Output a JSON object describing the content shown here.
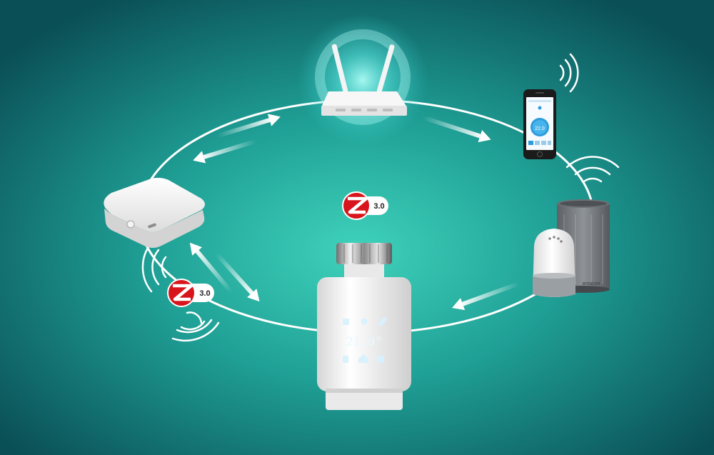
{
  "diagram": {
    "title": "",
    "colors": {
      "background_center": "#2fc3ad",
      "background_edge": "#0c5a5e",
      "ring": "#ffffff",
      "zigbee_red": "#d8151c",
      "router_glow": "#7ff3f0",
      "phone_accent": "#2d9cdb"
    },
    "badges": [
      {
        "id": "zigbee-center",
        "logo": "zigbee-icon",
        "label": "3.0"
      },
      {
        "id": "zigbee-left",
        "logo": "zigbee-icon",
        "label": "3.0"
      }
    ],
    "devices": [
      {
        "id": "wifi-router",
        "icon": "wifi-router-icon"
      },
      {
        "id": "smartphone",
        "icon": "smartphone-icon",
        "screen_text": "22.0"
      },
      {
        "id": "smart-speaker-amazon",
        "icon": "amazon-echo-icon",
        "brand": "amazon"
      },
      {
        "id": "smart-speaker-google",
        "icon": "google-home-icon"
      },
      {
        "id": "zigbee-gateway",
        "icon": "gateway-hub-icon"
      },
      {
        "id": "thermostat-valve",
        "icon": "radiator-valve-icon",
        "display": "21.0°"
      }
    ],
    "connections": [
      {
        "from": "zigbee-gateway",
        "to": "wifi-router",
        "direction": "bidirectional"
      },
      {
        "from": "wifi-router",
        "to": "smartphone",
        "direction": "forward"
      },
      {
        "from": "smart-speaker-google",
        "to": "thermostat-valve",
        "direction": "forward"
      },
      {
        "from": "zigbee-gateway",
        "to": "thermostat-valve",
        "direction": "bidirectional"
      }
    ]
  }
}
